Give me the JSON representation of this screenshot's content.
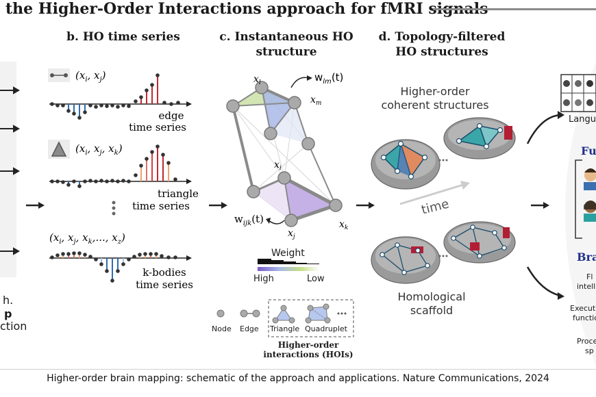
{
  "header": {
    "title": "the Higher-Order Interactions approach for fMRI signals"
  },
  "panel_b": {
    "title": "b. HO time series",
    "edge_tuple": "(x",
    "edge_label_1": "edge",
    "edge_label_2": "time series",
    "triangle_label_1": "triangle",
    "triangle_label_2": "time series",
    "kbody_label_1": "k-bodies",
    "kbody_label_2": "time series"
  },
  "panel_c": {
    "title_1": "c. Instantaneous HO",
    "title_2": "structure",
    "weight_label": "Weight",
    "weight_high": "High",
    "weight_low": "Low",
    "legend": {
      "node": "Node",
      "edge": "Edge",
      "triangle": "Triangle",
      "quadruplet": "Quadruplet",
      "hoi_1": "Higher-order",
      "hoi_2": "interactions (HOIs)"
    }
  },
  "panel_d": {
    "title_1": "d. Topology-filtered",
    "title_2": "HO structures",
    "coherent_1": "Higher-order",
    "coherent_2": "coherent structures",
    "time_label": "time",
    "scaffold_1": "Homological",
    "scaffold_2": "scaffold"
  },
  "panel_a_fragments": {
    "line1": "h.",
    "line2": "p",
    "line3": "ction"
  },
  "panel_e_fragments": {
    "language": "Langu",
    "fu": "Fu",
    "bra": "Bra",
    "fl": "Fl",
    "intell": "intelli",
    "execut": "Execut",
    "funct": "functio",
    "proc": "Proce",
    "sp": "sp"
  },
  "caption": "Higher-order brain mapping: schematic of the approach and applications. Nature Communications, 2024",
  "colors": {
    "red": "#c0282f",
    "blue": "#2f6db5",
    "orange": "#f0a070",
    "teal": "#3aa6a8",
    "purple": "#9b7fd0"
  }
}
